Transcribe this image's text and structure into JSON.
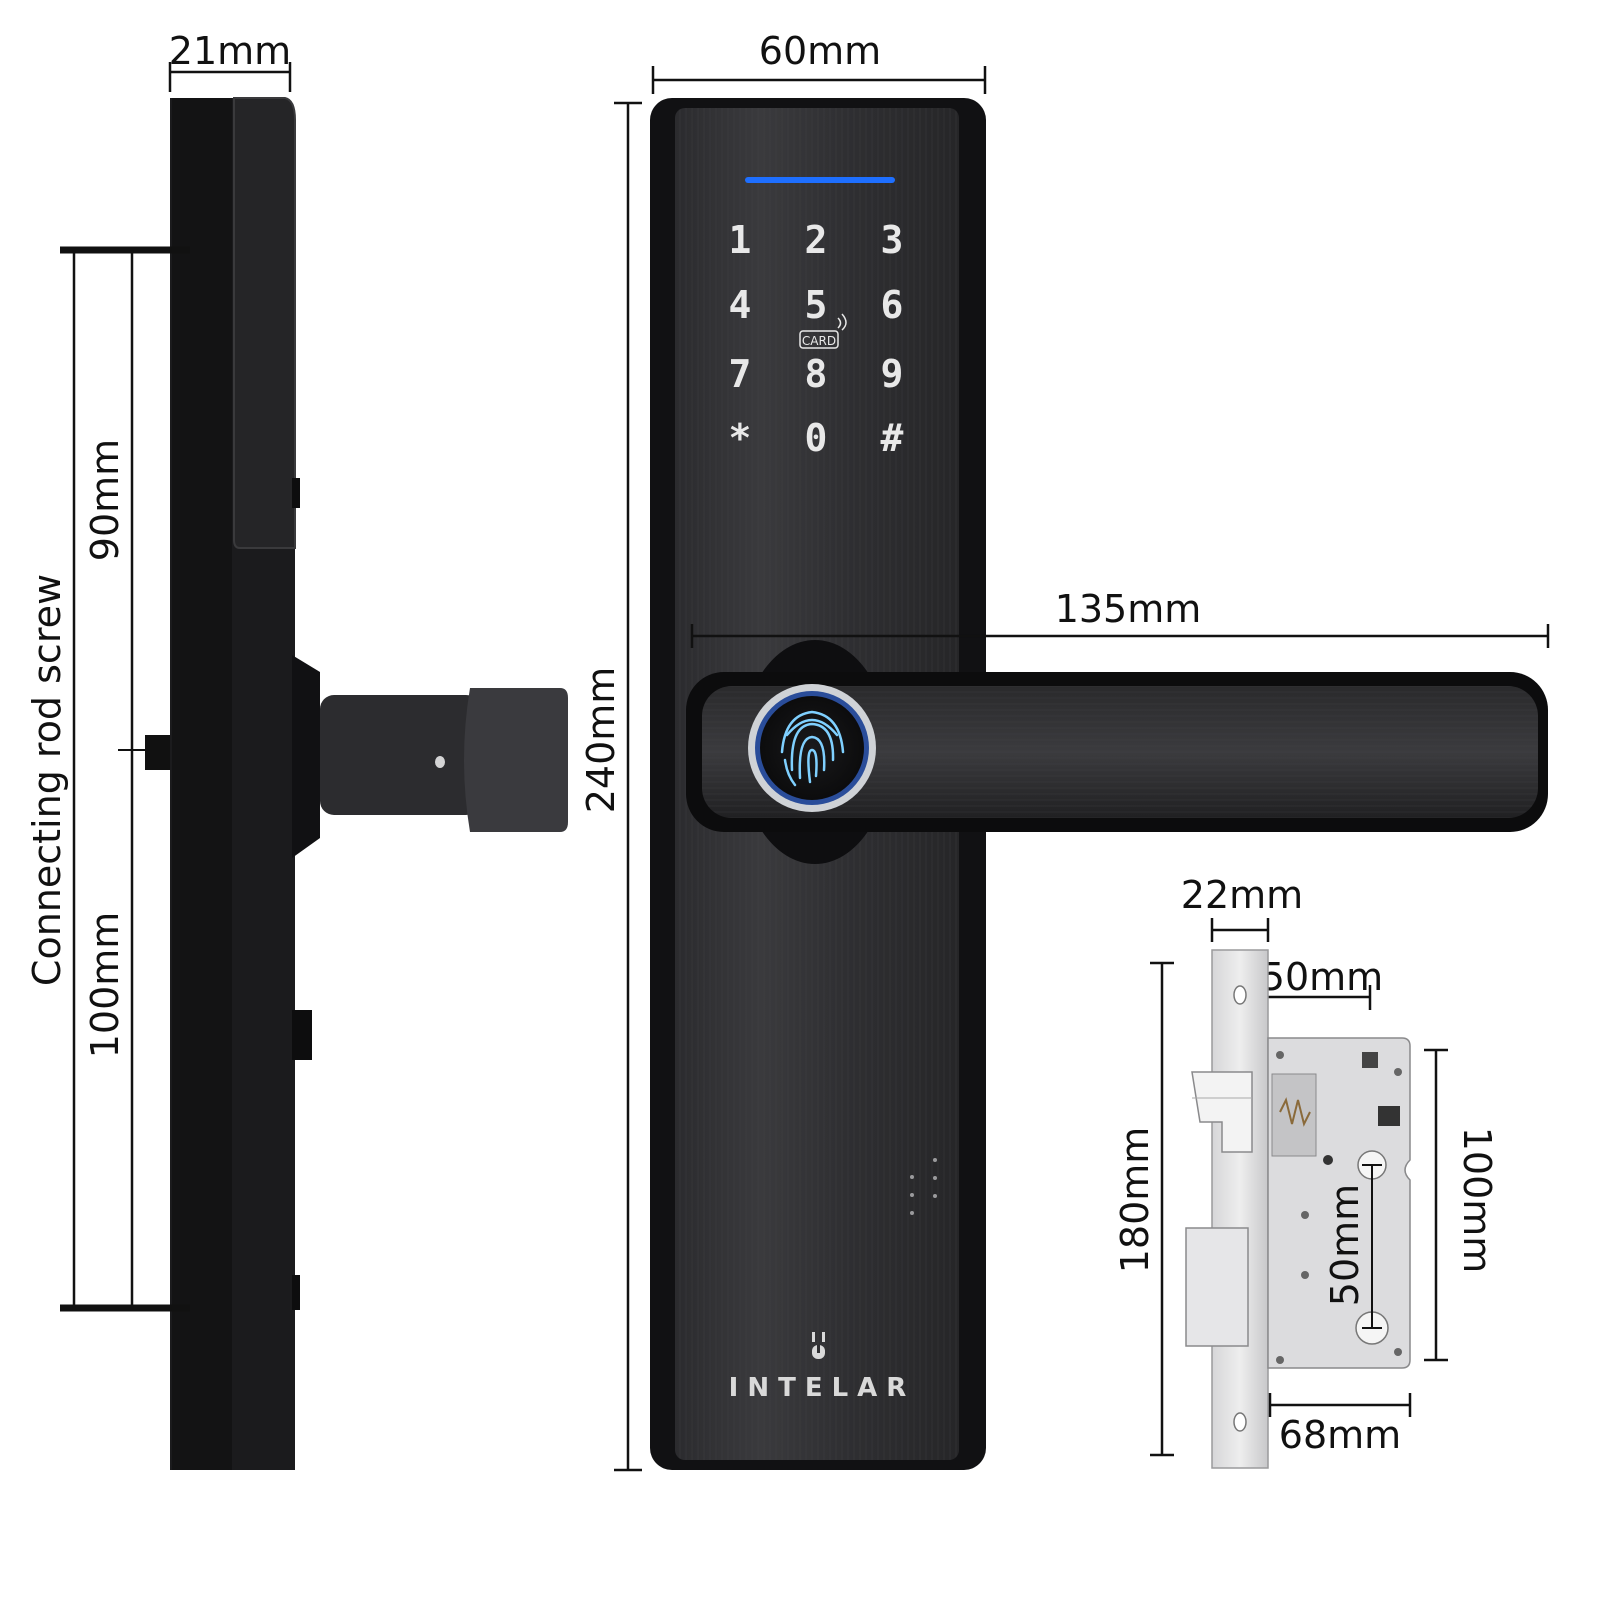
{
  "side_view": {
    "width_label": "21mm",
    "upper_spacing_label": "90mm",
    "lower_spacing_label": "100mm",
    "rod_label": "Connecting rod screw"
  },
  "front_view": {
    "width_label": "60mm",
    "height_label": "240mm",
    "handle_length_label": "135mm",
    "keypad_keys": [
      "1",
      "2",
      "3",
      "4",
      "5",
      "6",
      "7",
      "8",
      "9",
      "*",
      "0",
      "#"
    ],
    "card_label": "CARD",
    "brand": "INTELAR",
    "indicator_color": "#1e6fff"
  },
  "mortise_view": {
    "faceplate_width_label": "22mm",
    "backset_label": "50mm",
    "height_label": "180mm",
    "body_height_label": "100mm",
    "center_distance_label": "50mm",
    "body_width_label": "68mm"
  }
}
